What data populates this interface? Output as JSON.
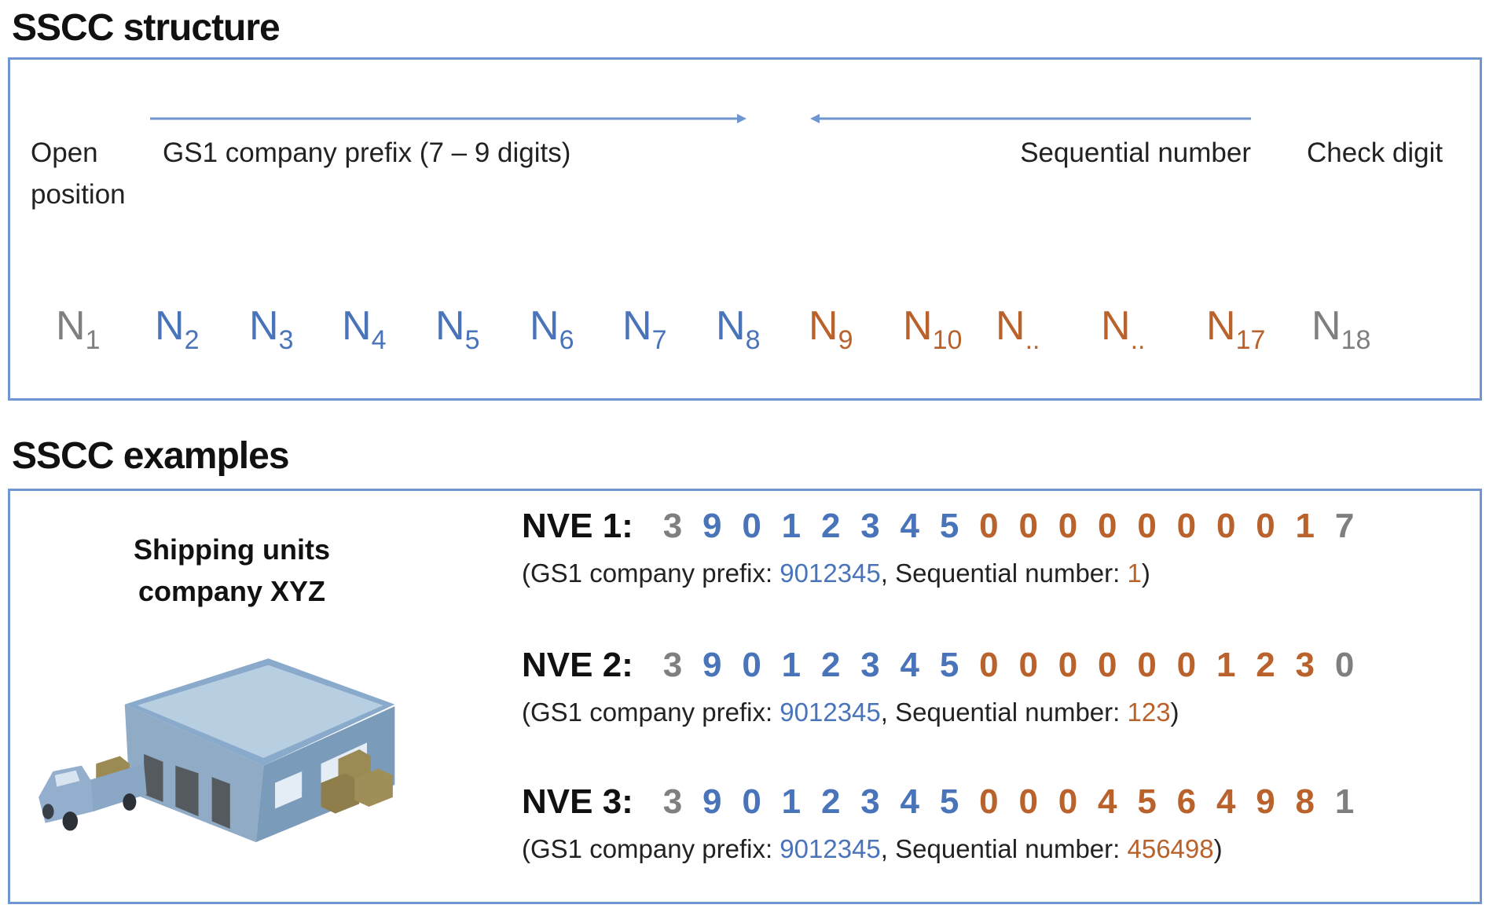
{
  "colors": {
    "border": "#6f96d0",
    "gray": "#7f7f7f",
    "blue": "#4a74ba",
    "orange": "#b9622b"
  },
  "structure": {
    "title": "SSCC structure",
    "labels": {
      "open_position_line1": "Open",
      "open_position_line2": "position",
      "gs1_prefix": "GS1 company prefix (7 – 9 digits)",
      "sequential": "Sequential number",
      "check_digit": "Check digit"
    },
    "positions": [
      {
        "base": "N",
        "sub": "1",
        "group": "gray"
      },
      {
        "base": "N",
        "sub": "2",
        "group": "blue"
      },
      {
        "base": "N",
        "sub": "3",
        "group": "blue"
      },
      {
        "base": "N",
        "sub": "4",
        "group": "blue"
      },
      {
        "base": "N",
        "sub": "5",
        "group": "blue"
      },
      {
        "base": "N",
        "sub": "6",
        "group": "blue"
      },
      {
        "base": "N",
        "sub": "7",
        "group": "blue"
      },
      {
        "base": "N",
        "sub": "8",
        "group": "blue"
      },
      {
        "base": "N",
        "sub": "9",
        "group": "orange"
      },
      {
        "base": "N",
        "sub": "10",
        "group": "orange"
      },
      {
        "base": "N",
        "sub": "..",
        "group": "orange"
      },
      {
        "base": "N",
        "sub": "..",
        "group": "orange"
      },
      {
        "base": "N",
        "sub": "17",
        "group": "orange"
      },
      {
        "base": "N",
        "sub": "18",
        "group": "gray"
      }
    ]
  },
  "examples": {
    "title": "SSCC examples",
    "caption_line1": "Shipping units",
    "caption_line2": "company XYZ",
    "items": [
      {
        "label": "NVE 1:",
        "digits": [
          "3",
          "9",
          "0",
          "1",
          "2",
          "3",
          "4",
          "5",
          "0",
          "0",
          "0",
          "0",
          "0",
          "0",
          "0",
          "0",
          "1",
          "7"
        ],
        "groups": [
          "gray",
          "blue",
          "blue",
          "blue",
          "blue",
          "blue",
          "blue",
          "blue",
          "orange",
          "orange",
          "orange",
          "orange",
          "orange",
          "orange",
          "orange",
          "orange",
          "orange",
          "gray"
        ],
        "desc_prefix": "(GS1 company prefix: ",
        "prefix_value": "9012345",
        "desc_mid": ", Sequential number: ",
        "seq_value": "1",
        "desc_end": ")"
      },
      {
        "label": "NVE 2:",
        "digits": [
          "3",
          "9",
          "0",
          "1",
          "2",
          "3",
          "4",
          "5",
          "0",
          "0",
          "0",
          "0",
          "0",
          "0",
          "1",
          "2",
          "3",
          "0"
        ],
        "groups": [
          "gray",
          "blue",
          "blue",
          "blue",
          "blue",
          "blue",
          "blue",
          "blue",
          "orange",
          "orange",
          "orange",
          "orange",
          "orange",
          "orange",
          "orange",
          "orange",
          "orange",
          "gray"
        ],
        "desc_prefix": "(GS1 company prefix: ",
        "prefix_value": "9012345",
        "desc_mid": ", Sequential number: ",
        "seq_value": "123",
        "desc_end": ")"
      },
      {
        "label": "NVE 3:",
        "digits": [
          "3",
          "9",
          "0",
          "1",
          "2",
          "3",
          "4",
          "5",
          "0",
          "0",
          "0",
          "4",
          "5",
          "6",
          "4",
          "9",
          "8",
          "1"
        ],
        "groups": [
          "gray",
          "blue",
          "blue",
          "blue",
          "blue",
          "blue",
          "blue",
          "blue",
          "orange",
          "orange",
          "orange",
          "orange",
          "orange",
          "orange",
          "orange",
          "orange",
          "orange",
          "gray"
        ],
        "desc_prefix": "(GS1 company prefix: ",
        "prefix_value": "9012345",
        "desc_mid": ", Sequential number: ",
        "seq_value": "456498",
        "desc_end": ")"
      }
    ]
  }
}
